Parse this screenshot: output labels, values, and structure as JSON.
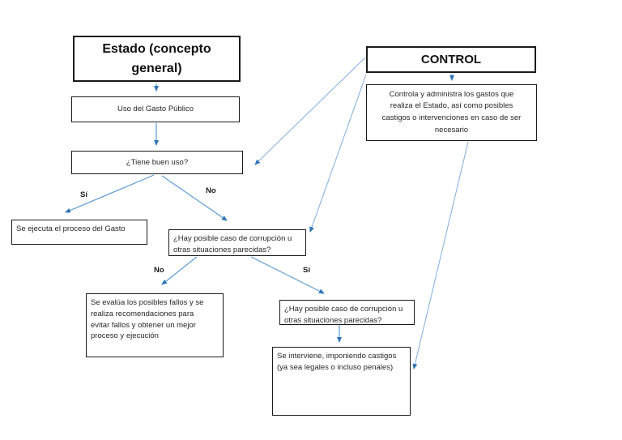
{
  "diagram": {
    "colors": {
      "connector": "#5b9bd5",
      "connector_light": "#7fade0",
      "arrowhead": "#2e75b6",
      "border": "#1a1a1a"
    },
    "nodes": {
      "estado": {
        "label": "Estado (concepto\ngeneral)"
      },
      "uso": {
        "label": "Uso del Gasto Público"
      },
      "tiene": {
        "label": "¿Tiene buen uso?"
      },
      "ejecuta": {
        "label": "Se ejecuta el proceso del Gasto"
      },
      "hay1": {
        "label": "¿Hay posible caso de corrupción u\notras situaciones parecidas?"
      },
      "evalua": {
        "label": "Se evalúa los posibles fallos y se\nrealiza recomendaciones para\nevitar fallos y obtener un mejor\nproceso y ejecución"
      },
      "hay2": {
        "label": "¿Hay posible caso de corrupción u\notras situaciones parecidas?"
      },
      "interviene": {
        "label": "Se interviene, imponiendo castigos\n(ya sea legales o incluso penales)"
      },
      "control": {
        "label": "CONTROL"
      },
      "control_desc": {
        "label": "Controla y administra los gastos que\nrealiza el Estado, así como posibles\ncastigos o intervenciones en caso de ser\nnecesario"
      }
    },
    "edges": {
      "tiene_si": {
        "label": "Sí"
      },
      "tiene_no": {
        "label": "No"
      },
      "hay1_no": {
        "label": "No"
      },
      "hay1_si": {
        "label": "Sí"
      }
    }
  }
}
